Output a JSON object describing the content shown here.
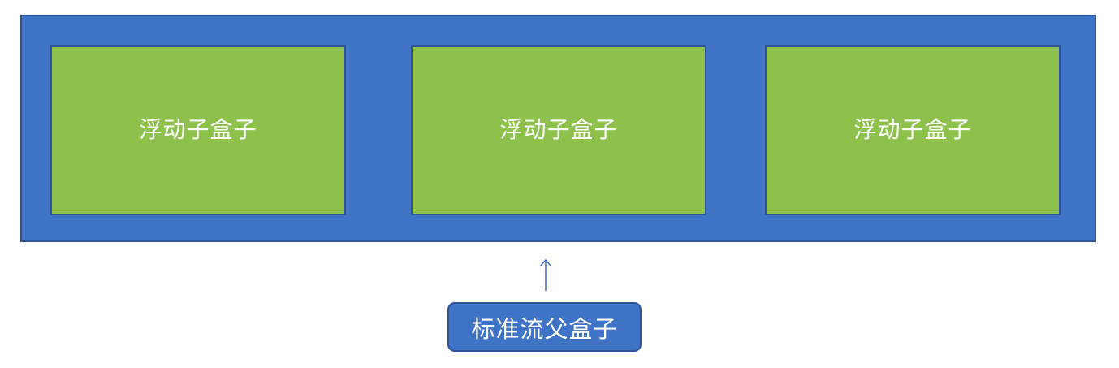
{
  "diagram": {
    "parent_box": {
      "label": "标准流父盒子",
      "fill": "#3f73c6",
      "border": "#2f5597"
    },
    "children": [
      {
        "label": "浮动子盒子",
        "fill": "#8dc14c"
      },
      {
        "label": "浮动子盒子",
        "fill": "#8dc14c"
      },
      {
        "label": "浮动子盒子",
        "fill": "#8dc14c"
      }
    ],
    "arrow": {
      "direction": "up",
      "color": "#4472c4"
    }
  }
}
